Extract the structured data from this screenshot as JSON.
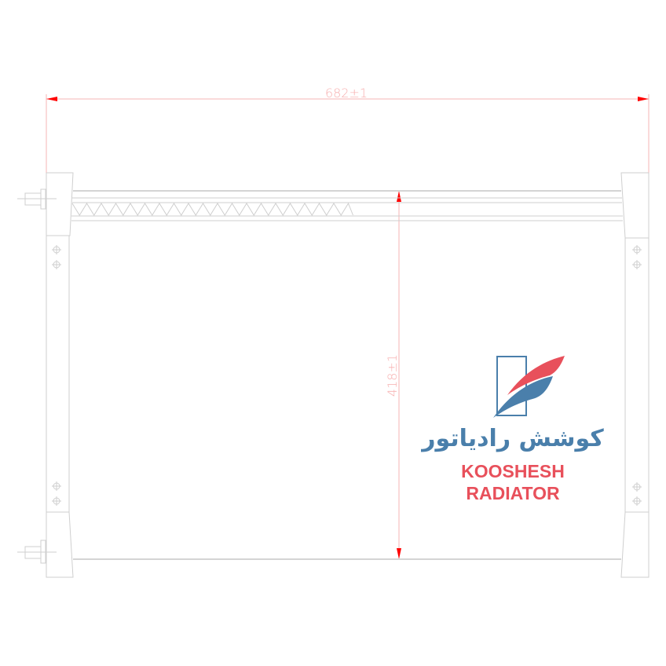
{
  "dimensions": {
    "width_label": "682±1",
    "height_label": "418±1"
  },
  "logo": {
    "persian_name": "کوشش رادیاتور",
    "name_line1": "KOOSHESH",
    "name_line2": "RADIATOR",
    "colors": {
      "red": "#e8505b",
      "blue": "#4a7fab"
    }
  },
  "colors": {
    "line": "#cfcfcf",
    "dimension": "#ff0000"
  }
}
